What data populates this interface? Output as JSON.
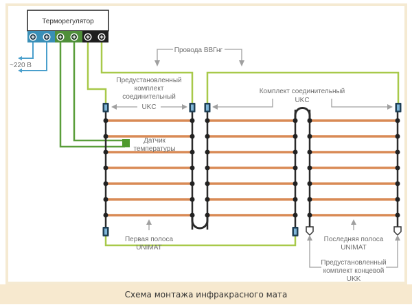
{
  "thermostat": {
    "label": "Терморегулятор",
    "terminals": [
      {
        "group": "power",
        "icon": "plus-terminal-icon"
      },
      {
        "group": "power",
        "icon": "plus-terminal-icon"
      },
      {
        "group": "sensor",
        "icon": "plus-terminal-icon"
      },
      {
        "group": "sensor",
        "icon": "plus-terminal-icon"
      },
      {
        "group": "load",
        "icon": "plus-terminal-icon"
      },
      {
        "group": "load",
        "icon": "plus-terminal-icon"
      }
    ]
  },
  "labels": {
    "voltage": "~220 В",
    "wires": "Провода ВВГнг",
    "ukc_preinstalled": [
      "Предустановленный",
      "комплект",
      "соединительный",
      "UKC"
    ],
    "ukc_kit": [
      "Комплект соединительный",
      "UKC"
    ],
    "sensor": [
      "Датчик",
      "температуры"
    ],
    "first_strip": [
      "Первая полоса",
      "UNIMAT"
    ],
    "last_strip": [
      "Последняя полоса",
      "UNIMAT"
    ],
    "ukk_preinstalled": [
      "Предустановленный",
      "комплект концевой",
      "UKK"
    ]
  },
  "caption": "Схема монтажа инфракрасного мата",
  "colors": {
    "power_wire": "#4a9fcc",
    "sensor_wire": "#5a9e3a",
    "load_wire": "#a8c94a",
    "strip": "#d98a55",
    "bus": "#2b2b2b",
    "arrow": "#a0a0a0",
    "frame": "#f5e6c8"
  },
  "mat": {
    "strips_per_section": 7,
    "sections": 2
  }
}
